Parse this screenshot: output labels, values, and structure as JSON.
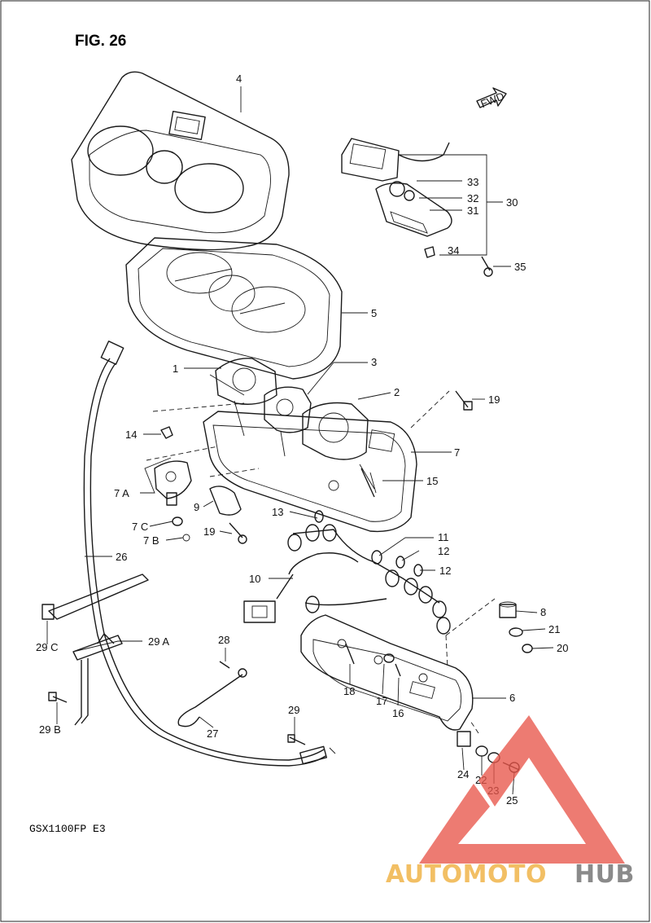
{
  "figure": {
    "title": "FIG. 26",
    "model": "GSX1100FP  E3"
  },
  "fwd_marker": "FWD",
  "labels": {
    "p1": "1",
    "p2": "2",
    "p3": "3",
    "p4": "4",
    "p5": "5",
    "p6": "6",
    "p7": "7",
    "p7a": "7 A",
    "p7b": "7 B",
    "p7c": "7 C",
    "p8": "8",
    "p9": "9",
    "p10": "10",
    "p11": "11",
    "p12a": "12",
    "p12b": "12",
    "p13": "13",
    "p14": "14",
    "p15": "15",
    "p16": "16",
    "p17": "17",
    "p18": "18",
    "p19a": "19",
    "p19b": "19",
    "p20": "20",
    "p21": "21",
    "p22": "22",
    "p23": "23",
    "p24": "24",
    "p25": "25",
    "p26": "26",
    "p27": "27",
    "p28": "28",
    "p29": "29",
    "p29a": "29 A",
    "p29b": "29 B",
    "p29c": "29 C",
    "p30": "30",
    "p31": "31",
    "p32": "32",
    "p33": "33",
    "p34": "34",
    "p35": "35"
  },
  "watermark": {
    "part1": "AUTOMOTO",
    "part2": "HUB",
    "color_primary": "#e8564a",
    "color_secondary": "#8a8a8a",
    "color_accent": "#f0b44a"
  }
}
